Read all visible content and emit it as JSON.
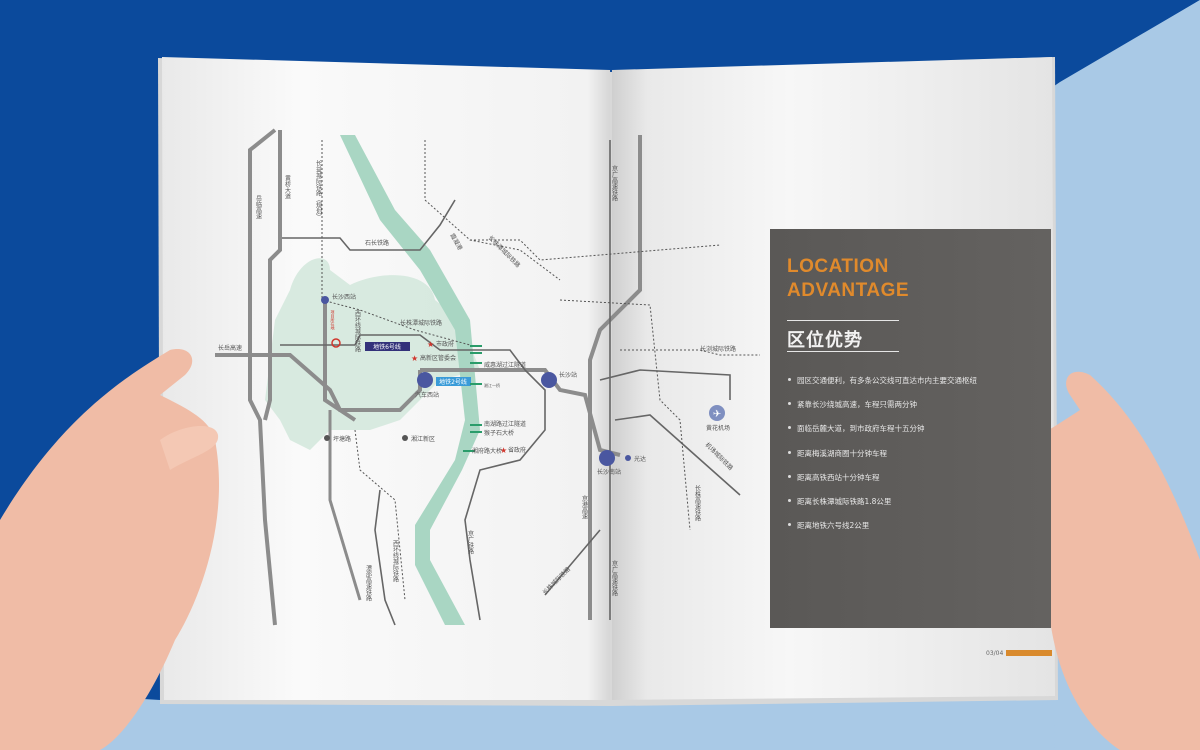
{
  "panel": {
    "title_en_line1": "LOCATION",
    "title_en_line2": "ADVANTAGE",
    "title_cn": "区位优势",
    "bullets": [
      "园区交通便利，有多条公交线可直达市内主要交通枢纽",
      "紧靠长沙绕城高速，车程只需两分钟",
      "面临岳麓大道，到市政府车程十五分钟",
      "距离梅溪湖商圈十分钟车程",
      "距离高铁西站十分钟车程",
      "距离长株潭城际铁路1.8公里",
      "距离地铁六号线2公里"
    ]
  },
  "page_number": "03/04",
  "map": {
    "roads": {
      "yuelin": "岳临高速",
      "huangqiao": "黄桥大道",
      "changyue": "长岳高速",
      "shichang": "石长铁路",
      "changzhutan": "长株潭城际铁路",
      "xihuan": "西环线城际铁路",
      "changyi_rail": "长益城际铁路（规划）",
      "xiangjiang_port": "霞凝港",
      "jingguang_hsr": "京广高速铁路",
      "jingguang": "京广铁路",
      "jinggang_exp": "京港高速",
      "changliu": "长浏城际铁路",
      "huanghua_rail": "长株城际铁路",
      "xiangtan_exp": "潭邵高速铁路",
      "xihuan_bottom": "西环线城际铁路",
      "chang_zhu_exp": "长株高速铁路",
      "airport_rail": "机场城际铁路"
    },
    "metro6": "地铁6号线",
    "metro2": "地铁2号线",
    "places": {
      "changsha_west": "长沙西站",
      "project": "项目所在地",
      "city_gov": "市政府",
      "hitech": "高新区管委会",
      "bus_west": "汽车西站",
      "pinghu": "坪塘路",
      "xiangjiang_new": "湘江新区",
      "tunnel1": "威惠湖过江隧道",
      "tunnel2": "南湖路过江隧道",
      "bridge": "猴子石大桥",
      "xiangfu_bridge": "湘府路大桥",
      "prov_gov": "省政府",
      "changsha_station": "长沙站",
      "changsha_south": "长沙南站",
      "guangda": "光达",
      "airport": "黄花机场",
      "xiangjiang1": "湘江一桥"
    }
  },
  "colors": {
    "bg_dark": "#0b4a9c",
    "bg_light": "#a9c9e6",
    "accent": "#e08a2c",
    "panel": "#5e5c5a",
    "green": "#9fcfbd",
    "metro6": "#33317a",
    "metro2": "#3a9bd8",
    "station": "#4a57a0"
  }
}
